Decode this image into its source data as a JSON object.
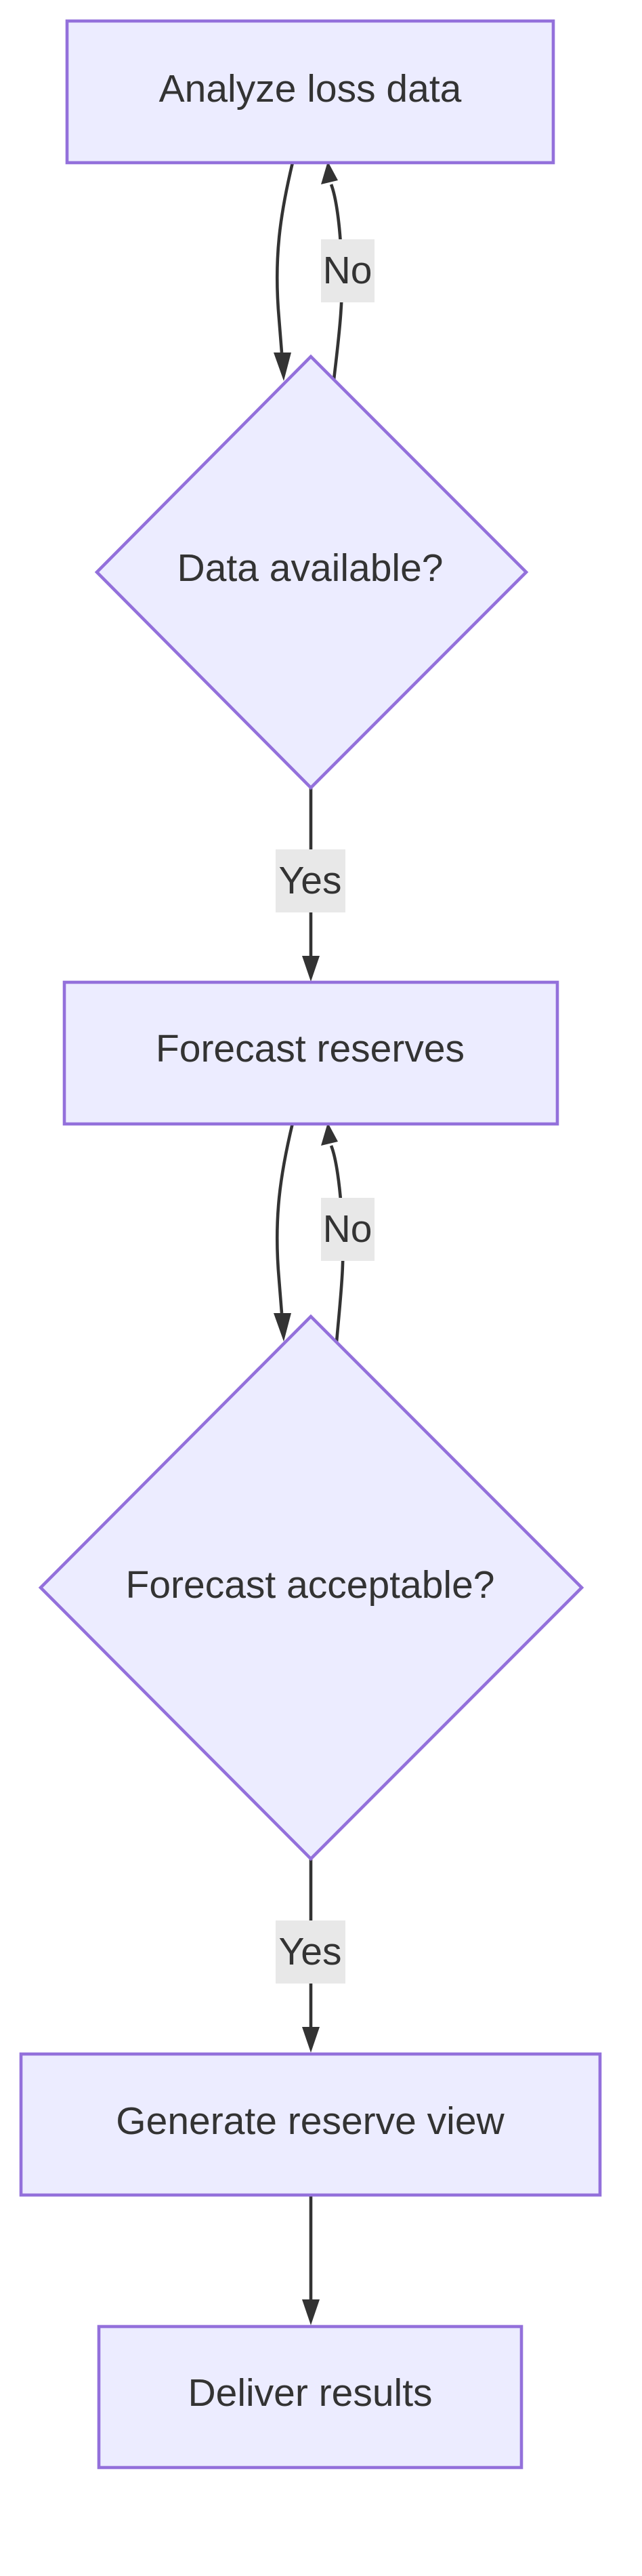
{
  "diagram": {
    "colors": {
      "node_fill": "#ECECFF",
      "node_stroke": "#9370DB",
      "edge": "#333333",
      "label_bg": "#E8E8E8",
      "text": "#333333"
    },
    "nodes": {
      "analyze": {
        "label": "Analyze loss data",
        "shape": "rectangle"
      },
      "data_available": {
        "label": "Data available?",
        "shape": "diamond"
      },
      "forecast": {
        "label": "Forecast reserves",
        "shape": "rectangle"
      },
      "forecast_acceptable": {
        "label": "Forecast acceptable?",
        "shape": "diamond"
      },
      "generate_view": {
        "label": "Generate reserve view",
        "shape": "rectangle"
      },
      "deliver": {
        "label": "Deliver results",
        "shape": "rectangle"
      }
    },
    "edges": {
      "analyze_to_data_available": {
        "from": "analyze",
        "to": "data_available",
        "label": ""
      },
      "data_available_no": {
        "from": "data_available",
        "to": "analyze",
        "label": "No"
      },
      "data_available_yes": {
        "from": "data_available",
        "to": "forecast",
        "label": "Yes"
      },
      "forecast_to_acceptable": {
        "from": "forecast",
        "to": "forecast_acceptable",
        "label": ""
      },
      "forecast_acceptable_no": {
        "from": "forecast_acceptable",
        "to": "forecast",
        "label": "No"
      },
      "forecast_acceptable_yes": {
        "from": "forecast_acceptable",
        "to": "generate_view",
        "label": "Yes"
      },
      "generate_to_deliver": {
        "from": "generate_view",
        "to": "deliver",
        "label": ""
      }
    }
  }
}
